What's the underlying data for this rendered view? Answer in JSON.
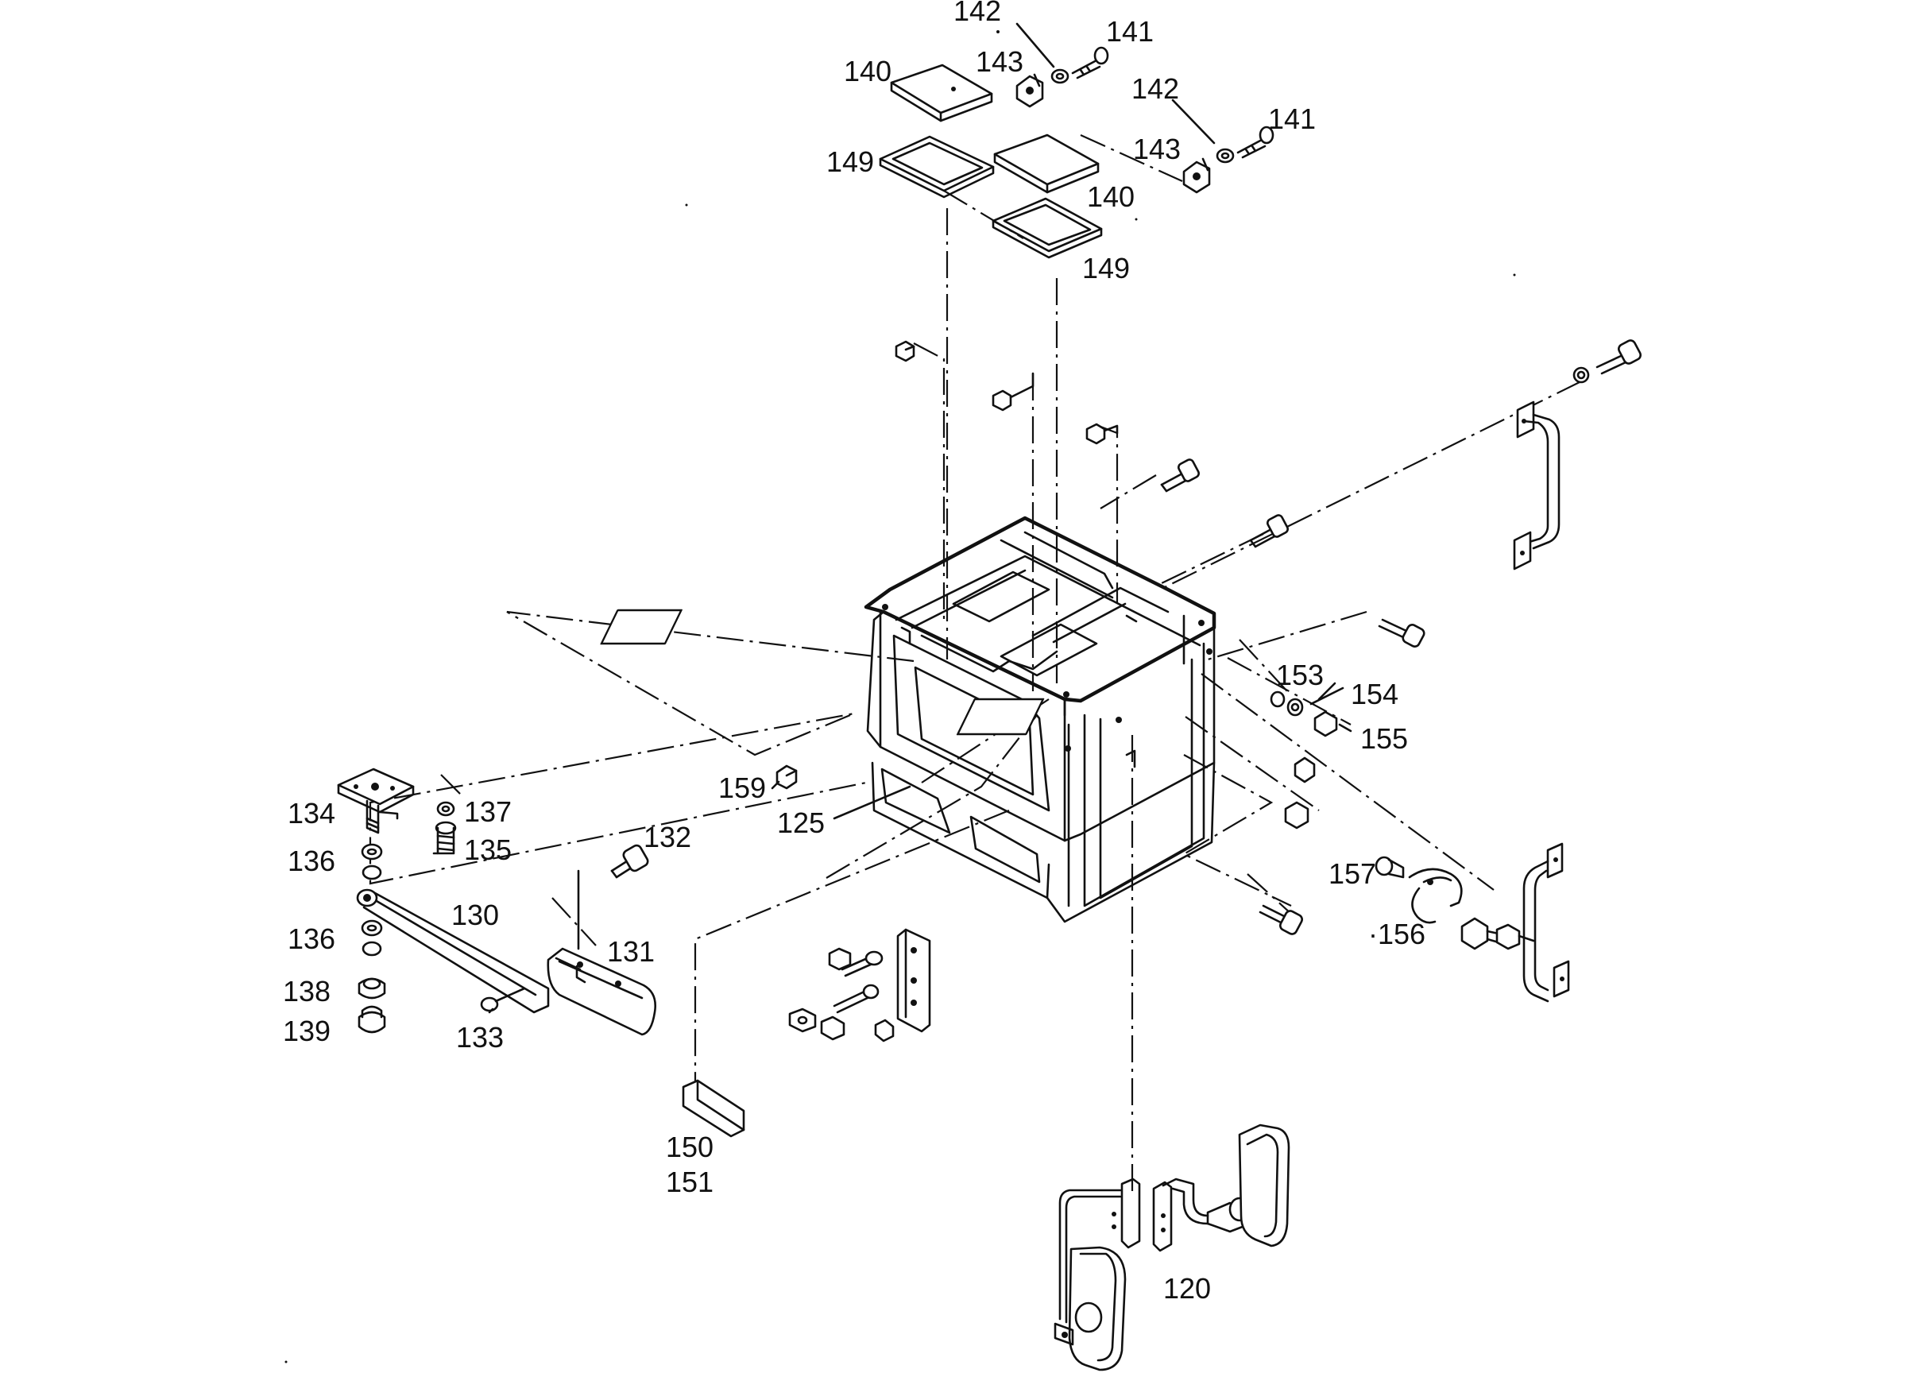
{
  "diagram": {
    "labels": {
      "l142a": "142",
      "l141a": "141",
      "l143a": "143",
      "l140a": "140",
      "l149a": "149",
      "l142b": "142",
      "l141b": "141",
      "l143b": "143",
      "l140b": "140",
      "l149b": "149",
      "l153": "153",
      "l154": "154",
      "l155": "155",
      "l159": "159",
      "l125": "125",
      "l134": "134",
      "l137": "137",
      "l135": "135",
      "l136a": "136",
      "l132": "132",
      "l130": "130",
      "l136b": "136",
      "l131": "131",
      "l138": "138",
      "l139": "139",
      "l133": "133",
      "l157": "157",
      "l156": "·156",
      "l150": "150",
      "l151": "151",
      "l120": "120"
    }
  }
}
